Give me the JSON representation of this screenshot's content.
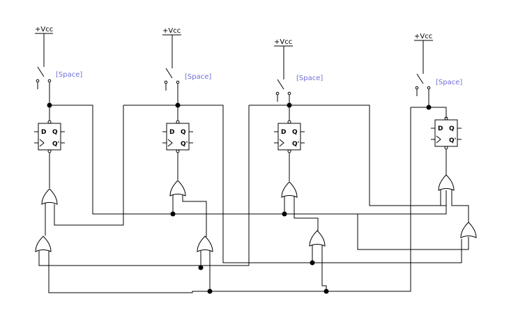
{
  "circuit": {
    "supply_label": "+Vcc",
    "key_label": "[Space]",
    "flipflop_pins": {
      "d": "D",
      "q": "Q",
      "qbar": "Q'"
    },
    "stage_count": 4
  }
}
